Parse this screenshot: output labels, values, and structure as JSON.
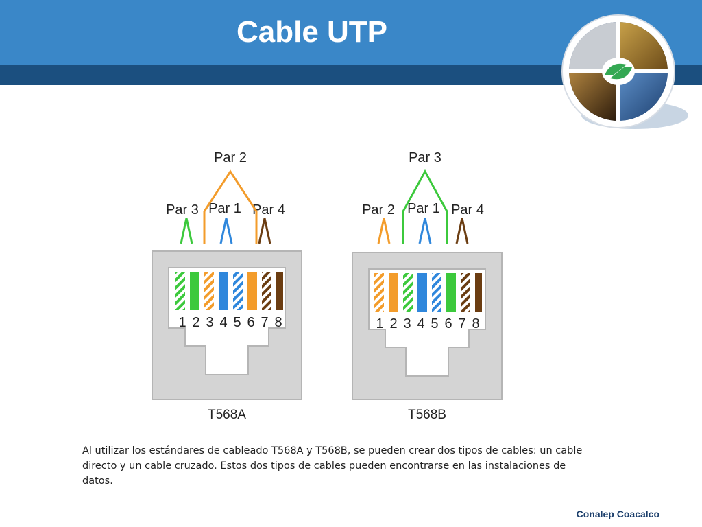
{
  "slide": {
    "title": "Cable UTP",
    "footer": "Conalep Coacalco",
    "caption": "Al utilizar los estándares de cableado T568A y T568B, se pueden crear dos tipos de cables: un cable directo y un cable cruzado. Estos dos tipos de cables pueden encontrarse en las instalaciones de datos."
  },
  "colors": {
    "header_top": "#3a87c8",
    "header_bottom": "#1b4f7f",
    "green": "#3cc93c",
    "orange": "#f39c2b",
    "blue": "#2f87dc",
    "brown": "#6b3d12",
    "jack_gray": "#d4d4d4"
  },
  "diagrams": [
    {
      "name": "T568A",
      "pairs": [
        {
          "label": "Par 3",
          "color": "green"
        },
        {
          "label": "Par 2",
          "color": "orange"
        },
        {
          "label": "Par 1",
          "color": "blue"
        },
        {
          "label": "Par 4",
          "color": "brown"
        }
      ],
      "pins": [
        "1",
        "2",
        "3",
        "4",
        "5",
        "6",
        "7",
        "8"
      ],
      "wires": [
        "green-white",
        "green",
        "orange-white",
        "blue",
        "blue-white",
        "orange",
        "brown-white",
        "brown"
      ]
    },
    {
      "name": "T568B",
      "pairs": [
        {
          "label": "Par 2",
          "color": "orange"
        },
        {
          "label": "Par 3",
          "color": "green"
        },
        {
          "label": "Par 1",
          "color": "blue"
        },
        {
          "label": "Par 4",
          "color": "brown"
        }
      ],
      "pins": [
        "1",
        "2",
        "3",
        "4",
        "5",
        "6",
        "7",
        "8"
      ],
      "wires": [
        "orange-white",
        "orange",
        "green-white",
        "blue",
        "blue-white",
        "green",
        "brown-white",
        "brown"
      ]
    }
  ]
}
